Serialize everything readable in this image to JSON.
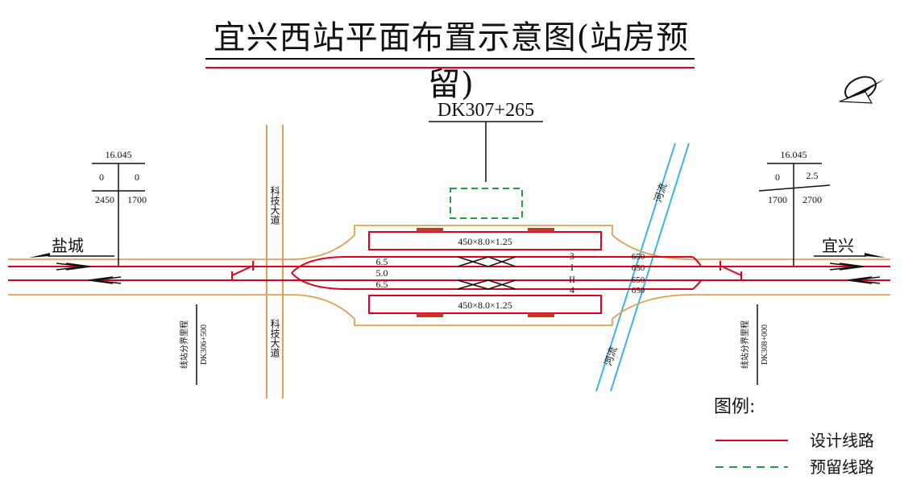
{
  "title": "宜兴西站平面布置示意图(站房预留)",
  "station_mileage": "DK307+265",
  "left_station": {
    "name": "盐城",
    "elevation": "16.045",
    "grade_top_left": "0",
    "grade_top_right": "0",
    "grade_bottom_left": "2450",
    "grade_bottom_right": "1700",
    "boundary_label": "线站分界里程",
    "boundary_mileage": "DK306+500"
  },
  "right_station": {
    "name": "宜兴",
    "elevation": "16.045",
    "grade_top_left": "0",
    "grade_top_right": "2.5",
    "grade_bottom_left": "1700",
    "grade_bottom_right": "2700",
    "boundary_label": "线站分界里程",
    "boundary_mileage": "DK308+000"
  },
  "road_label": "科技大道",
  "river_label": "河流",
  "platform_top": "450×8.0×1.25",
  "platform_bottom": "450×8.0×1.25",
  "spacings": [
    "6.5",
    "5.0",
    "6.5"
  ],
  "track_numbers": [
    "3",
    "I",
    "II",
    "4"
  ],
  "track_lengths": [
    "650",
    "650",
    "650",
    "650"
  ],
  "legend": {
    "title": "图例:",
    "design_line": "设计线路",
    "reserved_line": "预留线路"
  },
  "colors": {
    "track": "#e0001b",
    "platform_outline": "#e0a050",
    "river": "#3cb4e0",
    "reserved": "#2a9a4a",
    "ink": "#111111"
  }
}
